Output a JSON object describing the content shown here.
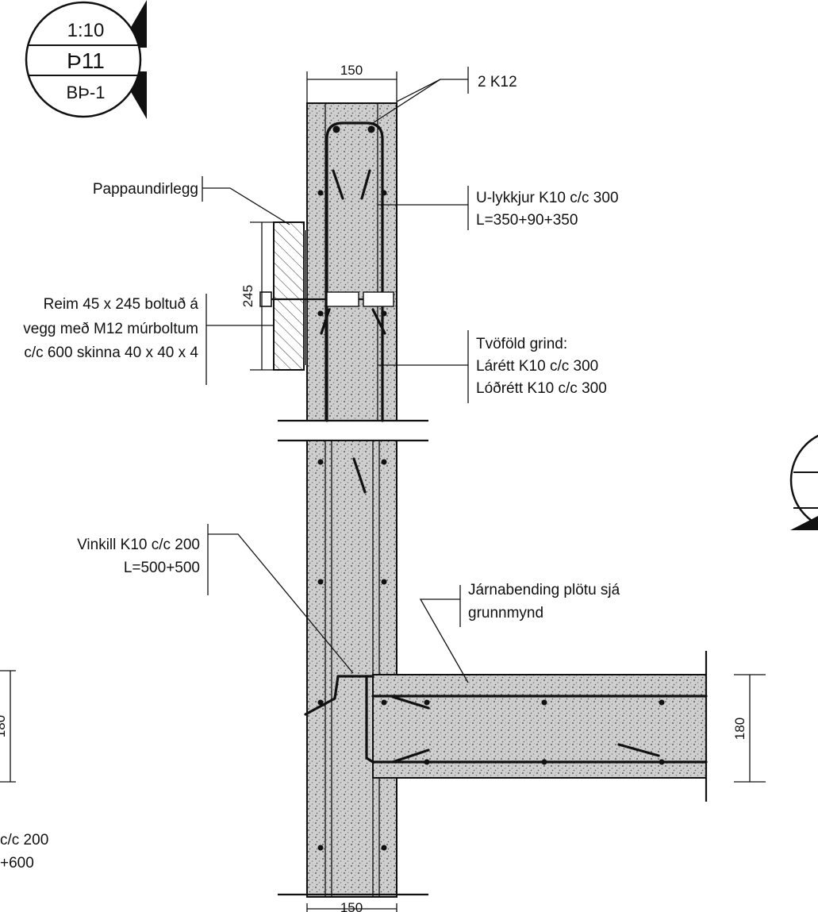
{
  "detail_marker": {
    "scale": "1:10",
    "number": "Þ11",
    "sheet": "BÞ-1"
  },
  "labels": {
    "top_bars": "2 K12",
    "u_loops_1": "U-lykkjur K10 c/c 300",
    "u_loops_2": "L=350+90+350",
    "underlay": "Pappaundirlegg",
    "batten_1": "Reim 45 x 245 boltuð á",
    "batten_2": "vegg með M12 múrboltum",
    "batten_3": "c/c 600 skinna 40 x 40 x 4",
    "grid_1": "Tvöföld grind:",
    "grid_2": "Lárétt K10 c/c 300",
    "grid_3": "Lóðrétt K10 c/c 300",
    "angle_1": "Vinkill K10 c/c 200",
    "angle_2": "L=500+500",
    "slab_1": "Járnabending plötu sjá",
    "slab_2": "grunnmynd",
    "left_cut_1": "c/c 200",
    "left_cut_2": "+600"
  },
  "dimensions": {
    "wall_width_top": "150",
    "wall_width_bottom": "150",
    "batten_height": "245",
    "slab_thickness": "180",
    "left_cut_dim": "180"
  }
}
